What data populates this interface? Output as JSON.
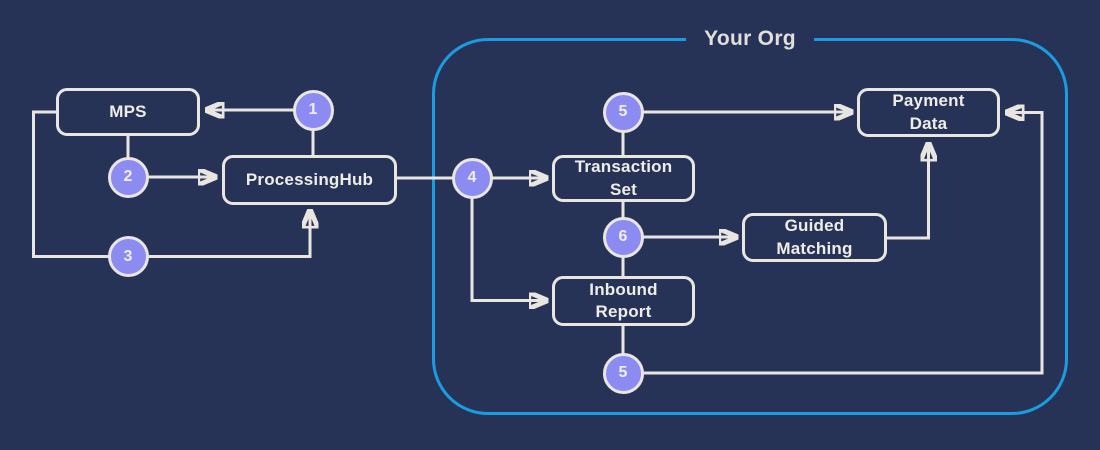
{
  "org_boundary": {
    "label": "Your Org"
  },
  "nodes": {
    "mps": {
      "label": "MPS"
    },
    "processing_hub": {
      "label": "ProcessingHub"
    },
    "transaction_set": {
      "label": "Transaction\nSet"
    },
    "inbound_report": {
      "label": "Inbound\nReport"
    },
    "guided_matching": {
      "label": "Guided\nMatching"
    },
    "payment_data": {
      "label": "Payment\nData"
    }
  },
  "steps": {
    "s1": "1",
    "s2": "2",
    "s3": "3",
    "s4": "4",
    "s5a": "5",
    "s6": "6",
    "s5b": "5"
  },
  "colors": {
    "background": "#263357",
    "line": "#E9E6E1",
    "step_fill": "#8B8BF2",
    "boundary": "#1B9CE0"
  }
}
